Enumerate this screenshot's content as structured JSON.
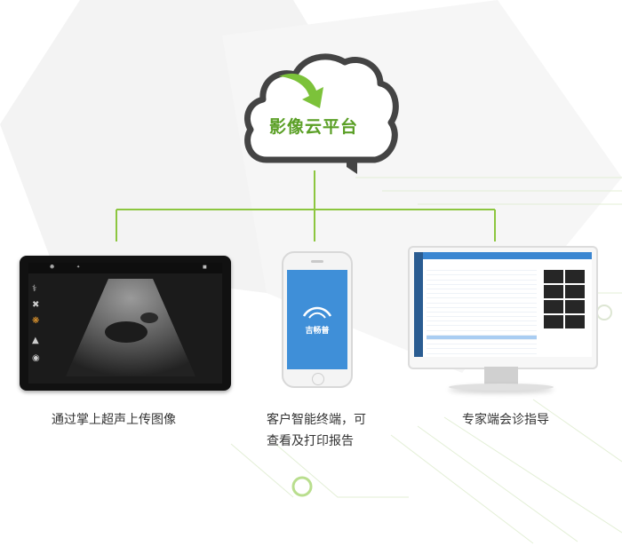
{
  "cloud": {
    "title": "影像云平台"
  },
  "colors": {
    "accent": "#5a9f25",
    "line": "#8cc63f",
    "phone_screen": "#3f8fd8",
    "monitor_header": "#3a86d1"
  },
  "devices": {
    "tablet": {
      "caption": "通过掌上超声上传图像"
    },
    "phone": {
      "caption_line1": "客户智能终端，可",
      "caption_line2": "查看及打印报告",
      "app_name": "吉畅普"
    },
    "monitor": {
      "caption": "专家端会诊指导"
    }
  },
  "icons": [
    "cloud-icon",
    "upload-arrow-icon",
    "app-logo-icon",
    "user-icon",
    "camera-icon"
  ]
}
